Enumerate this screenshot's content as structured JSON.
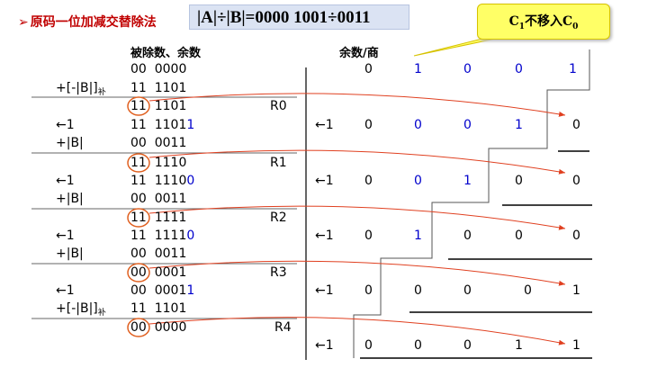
{
  "heading": {
    "arrow": "➢",
    "text": "原码一位加减交替除法"
  },
  "formula": "|A|÷|B|=0000 1001÷0011",
  "callout": {
    "c": "C",
    "s1": "1",
    "mid": "不移入C",
    "s2": "0"
  },
  "headers": {
    "left": "被除数、余数",
    "right": "余数/商"
  },
  "top_line": {
    "a": "00",
    "b": "0000"
  },
  "quotient_top": [
    "0",
    "1",
    "0",
    "0",
    "1"
  ],
  "steps": [
    {
      "op": "+[-|B|]",
      "op_sub": "补",
      "a": "11",
      "b": "1101",
      "result_a": "11",
      "result_b": "1101",
      "label": "R0",
      "shift_b_head": "101",
      "shift_b_tail": "1",
      "add_op": "+|B|",
      "add_a": "00",
      "add_b": "0011",
      "shift_label": "←1",
      "qrow": [
        "0",
        "0",
        "0",
        "1",
        "0"
      ]
    },
    {
      "result_a": "11",
      "result_b": "1110",
      "label": "R1",
      "shift_b_head": "110",
      "shift_b_tail": "0",
      "add_op": "+|B|",
      "add_a": "00",
      "add_b": "0011",
      "shift_label": "←1",
      "qrow": [
        "0",
        "0",
        "1",
        "0",
        "0"
      ]
    },
    {
      "result_a": "11",
      "result_b": "1111",
      "label": "R2",
      "shift_b_head": "111",
      "shift_b_tail": "0",
      "add_op": "+|B|",
      "add_a": "00",
      "add_b": "0011",
      "shift_label": "←1",
      "qrow": [
        "0",
        "1",
        "0",
        "0",
        "0"
      ]
    },
    {
      "result_a": "00",
      "result_b": "0001",
      "label": "R3",
      "shift_b_head": "001",
      "shift_b_tail": "1",
      "add_op": "+[-|B|]",
      "add_op_sub": "补",
      "add_a": "11",
      "add_b": "1101",
      "shift_label": "←1",
      "qrow": [
        "0",
        "0",
        "0",
        "0",
        "1"
      ]
    },
    {
      "result_a": "00",
      "result_b": "0000",
      "label": "R4",
      "shift_label": "←1",
      "qrow": [
        "0",
        "0",
        "0",
        "1",
        "1"
      ]
    }
  ],
  "colors": {
    "heading": "#c00000",
    "blue": "#0000cc",
    "circle": "#e06020",
    "arrow": "#e04020",
    "formula_bg": "#dbe3f3",
    "callout_bg": "#ffff66"
  }
}
